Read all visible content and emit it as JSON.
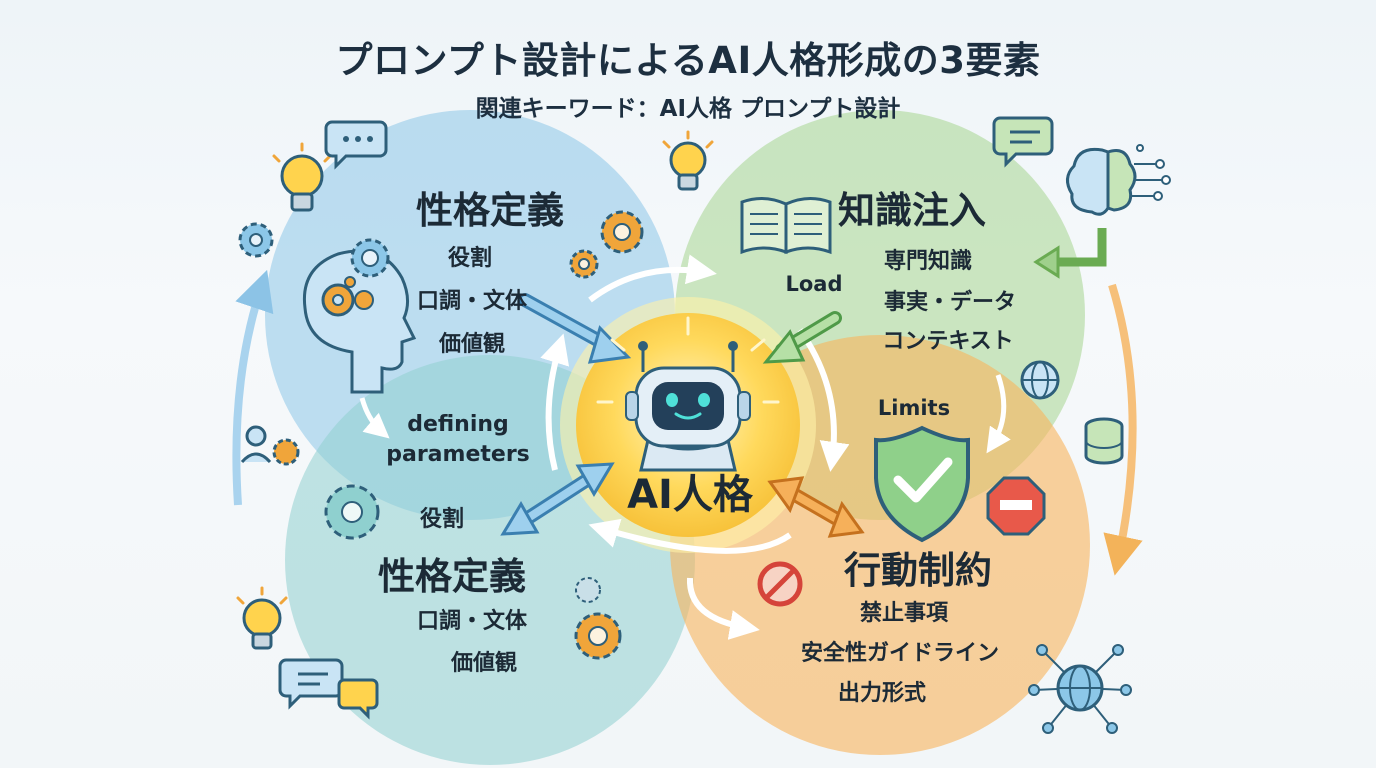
{
  "header": {
    "title": "プロンプト設計によるAI人格形成の3要素",
    "subtitle": "関連キーワード：AI人格 プロンプト設計"
  },
  "center": {
    "label": "AI人格",
    "icon": "robot-icon"
  },
  "sections": {
    "personality_top": {
      "heading": "性格定義",
      "items": [
        "役割",
        "口調・文体",
        "価値観"
      ]
    },
    "knowledge": {
      "heading": "知識注入",
      "items": [
        "専門知識",
        "事実・データ",
        "コンテキスト"
      ]
    },
    "personality_bottom": {
      "heading": "性格定義",
      "label_above": "役割",
      "items": [
        "口調・文体",
        "価値観"
      ]
    },
    "behavior": {
      "heading": "行動制約",
      "items": [
        "禁止事項",
        "安全性ガイドライン",
        "出力形式"
      ]
    }
  },
  "annotations": {
    "load": "Load",
    "limits": "Limits",
    "defining_line1": "defining",
    "defining_line2": "parameters"
  },
  "colors": {
    "blue": "#8cc7e8",
    "green": "#9fd08c",
    "teal": "#8fd0cf",
    "orange": "#f6b35a",
    "core": "#ffd34d",
    "gear": "#f0a53a",
    "icon_stroke": "#2e5f7a"
  }
}
